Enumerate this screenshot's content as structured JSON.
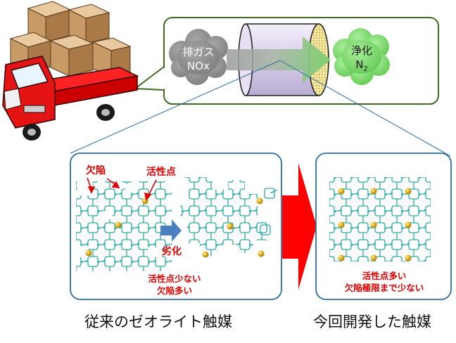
{
  "exhaust": {
    "line1": "排ガス",
    "line2": "NOx"
  },
  "purified": {
    "line1": "浄化",
    "line2_main": "N",
    "line2_sub": "2"
  },
  "conventional": {
    "defect_label": "欠陥",
    "active_site_label": "活性点",
    "degradation_label": "劣化",
    "note_line1": "活性点少ない",
    "note_line2": "欠陥多い",
    "caption": "従来のゼオライト触媒"
  },
  "developed": {
    "note_line1": "活性点多い",
    "note_line2": "欠陥極限まで少ない",
    "caption": "今回開発した触媒"
  },
  "colors": {
    "frame_green": "#3e6b1f",
    "panel_blue": "#2c6e9e",
    "lattice": "#2aa6a6",
    "active_site_gold": "#e0b21c",
    "arrow_red": "#ff0000",
    "arrow_blue": "#4a7fc0",
    "label_red": "#e00000",
    "exhaust_cloud": "#8c8c8c",
    "purified_cloud": "#7dd86e"
  },
  "icons": [
    "truck-icon",
    "cargo-boxes-icon",
    "exhaust-cloud-icon",
    "catalyst-cylinder-icon",
    "purified-cloud-icon",
    "big-red-arrow-icon",
    "degradation-arrow-icon"
  ]
}
